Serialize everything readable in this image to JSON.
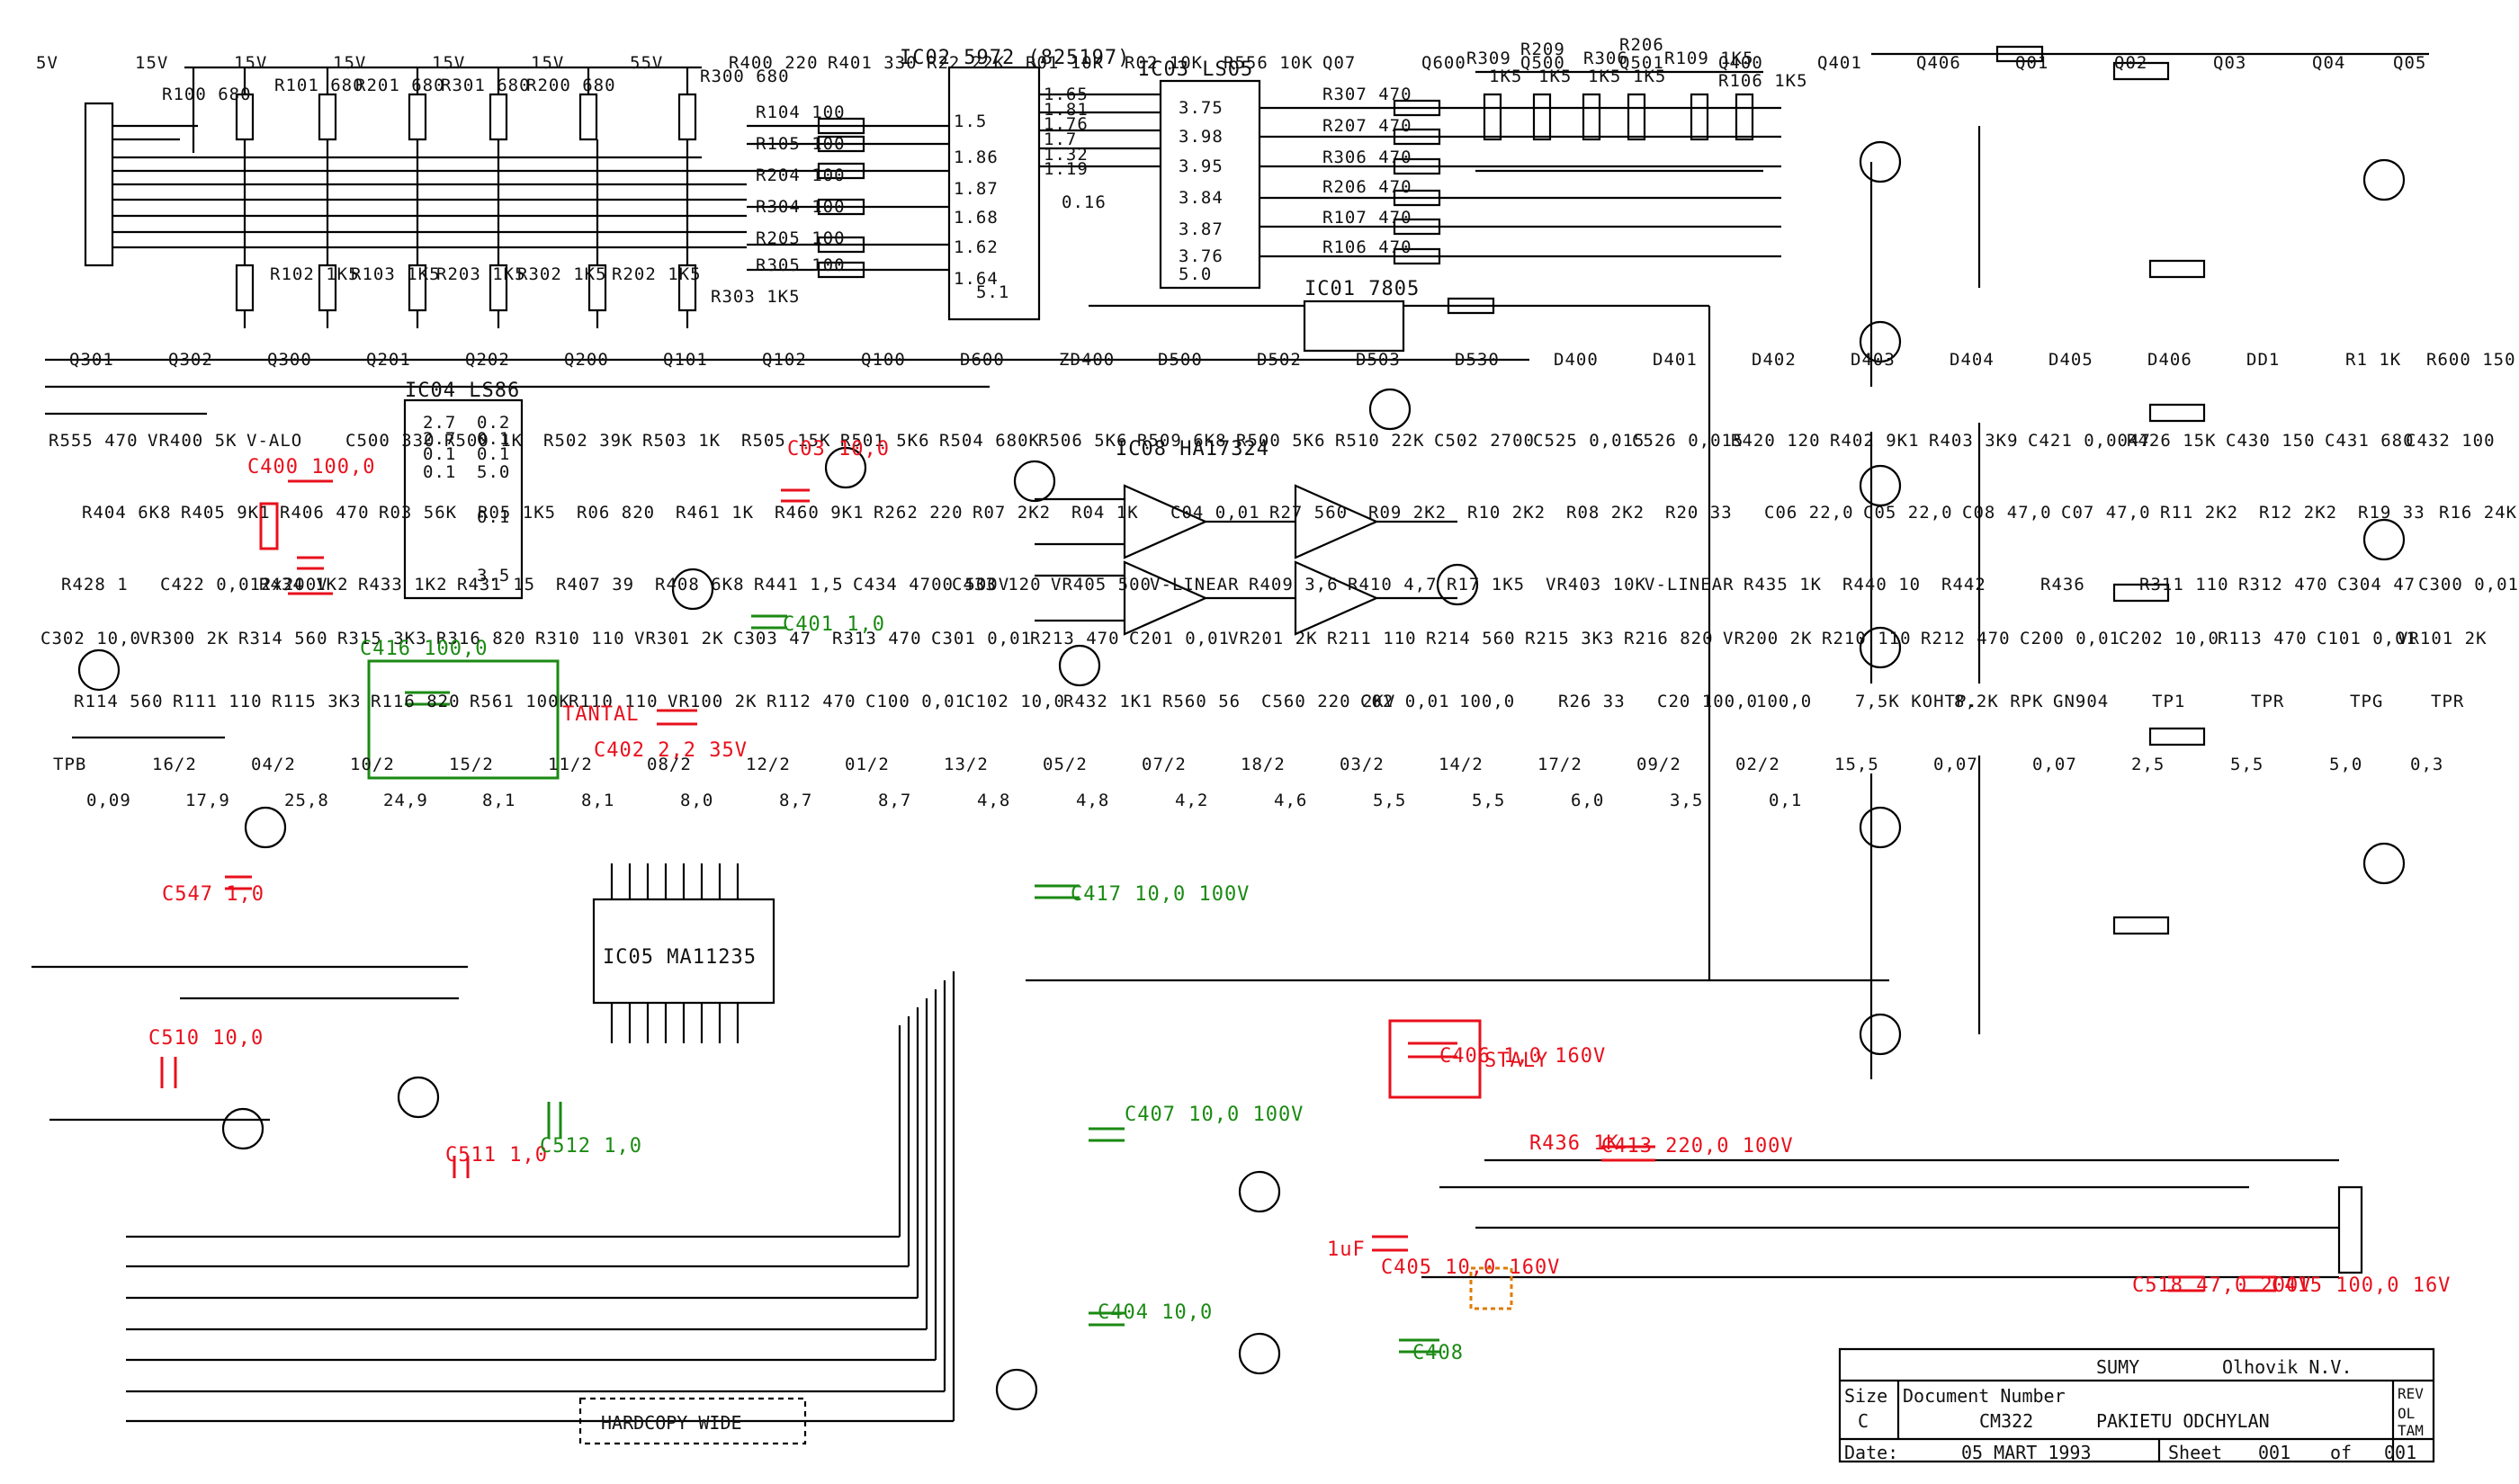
{
  "title_block": {
    "city": "SUMY",
    "author": "Olhovik N.V.",
    "size_label": "Size",
    "size_value": "C",
    "doc_number_label": "Document Number",
    "doc_number": "CM322",
    "doc_title": "PAKIETU ODCHYLAN",
    "rev_label": "REV",
    "rev_value": "OL TAM",
    "date_label": "Date:",
    "date": "05 MART 1993",
    "sheet_label": "Sheet",
    "sheet_no": "001",
    "of_label": "of",
    "sheet_total": "001"
  },
  "note_box": "HARDCOPY WIDE",
  "ic_labels": {
    "ic02": "IC02 5972 (825197)",
    "ic03": "IC03 LS05",
    "ic01": "IC01 7805",
    "ic04": "IC04 LS86",
    "ic08": "IC08 HA17324",
    "ic05": "IC05 MA11235"
  },
  "top_resistors": [
    "R100 680",
    "R101 680",
    "R201 680",
    "R301 680",
    "R200 680",
    "R300 680",
    "R102 1K5",
    "R103 1K5",
    "R203 1K5",
    "R302 1K5",
    "R202 1K5",
    "R303 1K5"
  ],
  "mid_resistors": [
    "R104 100",
    "R105 100",
    "R204 100",
    "R304 100",
    "R205 100",
    "R305 100"
  ],
  "right_resistors": [
    "R307 470",
    "R207 470",
    "R306 470",
    "R206 470",
    "R107 470",
    "R106 470",
    "R309",
    "R209",
    "R306",
    "R206",
    "R109 1K5",
    "R106 1K5",
    "1K5",
    "1K5",
    "1K5",
    "1K5"
  ],
  "labels_black": [
    "5V",
    "15V",
    "15V",
    "15V",
    "15V",
    "15V",
    "55V",
    "R400 220",
    "R401 330",
    "R22 22K",
    "R01 10K",
    "R02 10K",
    "R556 10K",
    "Q07",
    "Q600",
    "Q500",
    "Q501",
    "Q400",
    "Q401",
    "Q406",
    "Q01",
    "Q02",
    "Q03",
    "Q04",
    "Q05",
    "Q301",
    "Q302",
    "Q300",
    "Q201",
    "Q202",
    "Q200",
    "Q101",
    "Q102",
    "Q100",
    "D600",
    "ZD400",
    "D500",
    "D502",
    "D503",
    "D530",
    "D400",
    "D401",
    "D402",
    "D403",
    "D404",
    "D405",
    "D406",
    "DD1",
    "R1 1K",
    "R600 150",
    "R555 470",
    "VR400 5K",
    "V-ALO",
    "C500 330",
    "R500 1K",
    "R502 39K",
    "R503 1K",
    "R505 15K",
    "R501 5K6",
    "R504 680K",
    "R506 5K6",
    "R509 6K8",
    "R500 5K6",
    "R510 22K",
    "C502 2700",
    "C525 0,015",
    "C526 0,015",
    "R420 120",
    "R402 9K1",
    "R403 3K9",
    "C421 0,0047",
    "R426 15K",
    "C430 150",
    "C431 680",
    "C432 100",
    "R404 6K8",
    "R405 9K1",
    "R406 470",
    "R03 56K",
    "R05 1K5",
    "R06 820",
    "R461 1K",
    "R460 9K1",
    "R262 220",
    "R07 2K2",
    "R04 1K",
    "C04 0,01",
    "R27 560",
    "R09 2K2",
    "R10 2K2",
    "R08 2K2",
    "R20 33",
    "C06 22,0",
    "C05 22,0",
    "C08 47,0",
    "C07 47,0",
    "R11 2K2",
    "R12 2K2",
    "R19 33",
    "R16 24K",
    "R428 1",
    "C422 0,012x200V",
    "R434 1K2",
    "R433 1K2",
    "R431 15",
    "R407 39",
    "R408 6K8",
    "R441 1,5",
    "C434 4700 500V",
    "C433 120",
    "VR405 500",
    "V-LINEAR",
    "R409 3,6",
    "R410 4,7",
    "R17 1K5",
    "VR403 10K",
    "V-LINEAR",
    "R435 1K",
    "R440 10",
    "R442",
    "R436",
    "R311 110",
    "R312 470",
    "C304 47",
    "C300 0,01",
    "C302 10,0",
    "VR300 2K",
    "R314 560",
    "R315 3K3",
    "R316 820",
    "R310 110",
    "VR301 2K",
    "C303 47",
    "R313 470",
    "C301 0,01",
    "R213 470",
    "C201 0,01",
    "VR201 2K",
    "R211 110",
    "R214 560",
    "R215 3K3",
    "R216 820",
    "VR200 2K",
    "R210 110",
    "R212 470",
    "C200 0,01",
    "C202 10,0",
    "R113 470",
    "C101 0,01",
    "VR101 2K",
    "R114 560",
    "R111 110",
    "R115 3K3",
    "R116 820",
    "R561 100K",
    "R110 110",
    "VR100 2K",
    "R112 470",
    "C100 0,01",
    "C102 10,0",
    "R432 1K1",
    "R560 56",
    "C560 220 2KV",
    "C02 0,01",
    "100,0",
    "R26 33",
    "C20 100,0",
    "100,0",
    "7,5K KOHTP.",
    "8,2K RPK",
    "GN904",
    "TP1",
    "TPR",
    "TPG",
    "TPR",
    "TPB",
    "16/2",
    "04/2",
    "10/2",
    "15/2",
    "11/2",
    "08/2",
    "12/2",
    "01/2",
    "13/2",
    "05/2",
    "07/2",
    "18/2",
    "03/2",
    "14/2",
    "17/2",
    "09/2",
    "02/2",
    "15,5",
    "0,07",
    "0,07",
    "2,5",
    "5,5",
    "5,0",
    "0,3",
    "0,09",
    "17,9",
    "25,8",
    "24,9",
    "8,1",
    "8,1",
    "8,0",
    "8,7",
    "8,7",
    "4,8",
    "4,8",
    "4,2",
    "4,6",
    "5,5",
    "5,5",
    "6,0",
    "3,5",
    "0,1"
  ],
  "labels_red": [
    "C400 100,0",
    "C03 10,0",
    "C547 1,0",
    "C510 10,0",
    "C511 1,0",
    "TANTAL",
    "C402 2,2 35V",
    "C406 1,0 160V",
    "STALY",
    "C413 220,0 100V",
    "C405 10,0 160V",
    "1uF",
    "C518 47,0 200V",
    "C415 100,0 16V",
    "R436 1K"
  ],
  "labels_green": [
    "C416 100,0",
    "C401 1,0",
    "C417 10,0 100V",
    "C407 10,0 100V",
    "C404 10,0",
    "C408",
    "C512 1,0"
  ],
  "ic_pin_notes": {
    "ic02_pins": [
      "1.65",
      "1.81",
      "1.76",
      "1.7",
      "1.32",
      "1.19",
      "1.5",
      "1.86",
      "1.87",
      "1.68",
      "1.62",
      "1.64",
      "5.1",
      "0.16"
    ],
    "ic03_pins": [
      "3.75",
      "3.98",
      "3.95",
      "3.84",
      "3.87",
      "3.76",
      "5.0"
    ],
    "ic04_pins": [
      "0.2",
      "0.1",
      "0.1",
      "5.0",
      "0.1",
      "3.5",
      "2.7",
      "2.7",
      "0.1",
      "0.1"
    ]
  }
}
